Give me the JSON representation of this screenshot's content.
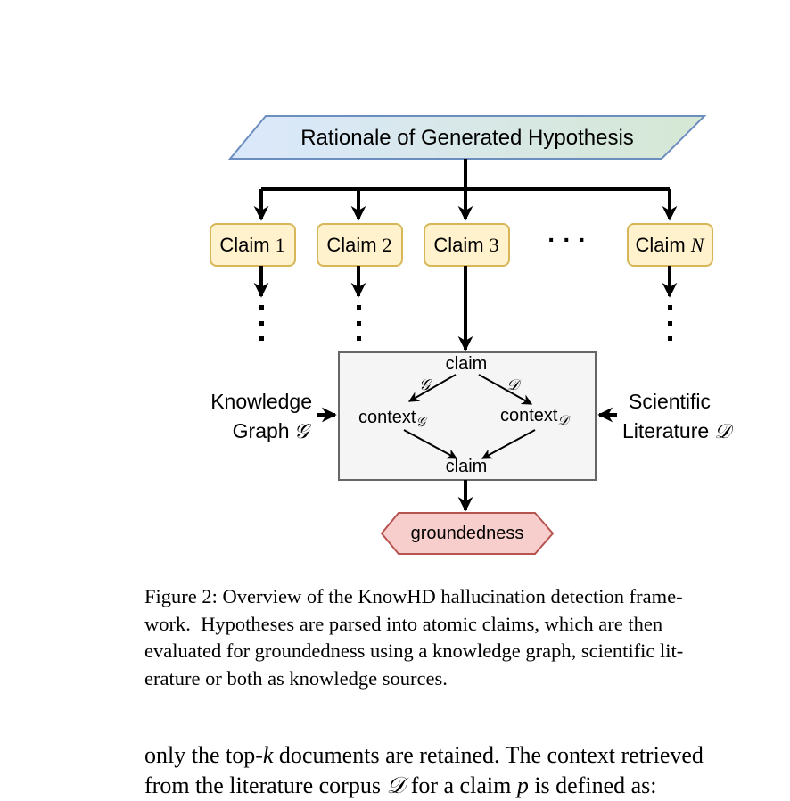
{
  "figure": {
    "title_box": "Rationale of Generated Hypothesis",
    "claims": [
      {
        "label": "Claim",
        "index": "1"
      },
      {
        "label": "Claim",
        "index": "2"
      },
      {
        "label": "Claim",
        "index": "3"
      },
      {
        "label": "Claim",
        "index": "N"
      }
    ],
    "ellipsis": "· · ·",
    "process": {
      "top": "claim",
      "edge_left": "𝒢",
      "edge_right": "𝒟",
      "context_left": "context",
      "context_left_sub": "𝒢",
      "context_right": "context",
      "context_right_sub": "𝒟",
      "bottom": "claim"
    },
    "left_source": {
      "line1": "Knowledge",
      "line2": "Graph",
      "symbol": "𝒢"
    },
    "right_source": {
      "line1": "Scientific",
      "line2": "Literature",
      "symbol": "𝒟"
    },
    "output": "groundedness",
    "colors": {
      "title_grad_start": "#dae8fc",
      "title_grad_end": "#d5e8d4",
      "title_stroke": "#6c8ebf",
      "claim_fill": "#fff2cc",
      "claim_stroke": "#d6b656",
      "process_fill": "#f5f5f5",
      "process_stroke": "#666666",
      "output_fill": "#f8cecc",
      "output_stroke": "#b85450"
    }
  },
  "caption": {
    "lines": [
      "Figure 2: Overview of the KnowHD hallucination detection frame-",
      "work.  Hypotheses are parsed into atomic claims, which are then",
      "evaluated for groundedness using a knowledge graph, scientific lit-",
      "erature or both as knowledge sources."
    ]
  },
  "body": {
    "line1_a": "only the top-",
    "line1_var": "k",
    "line1_b": " documents are retained. The context retrieved",
    "line2_a": "from the literature corpus ",
    "line2_var1": "𝒟",
    "line2_b": " for a claim ",
    "line2_var2": "p",
    "line2_c": " is defined as:"
  }
}
